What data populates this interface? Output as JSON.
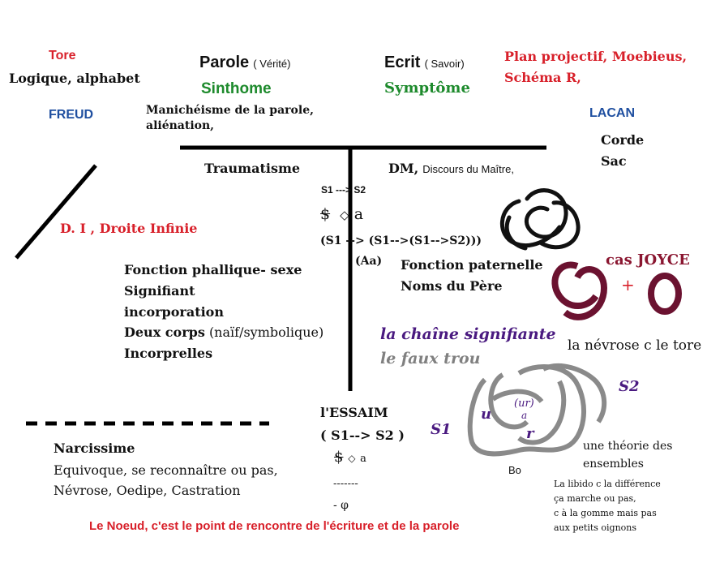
{
  "colors": {
    "red": "#d8202a",
    "green": "#1d8a2c",
    "blue": "#1f4fa0",
    "purple": "#4a1a80",
    "gray": "#808080",
    "maroon": "#6b1230"
  },
  "top_left": {
    "tore": "Tore",
    "logique": "Logique, alphabet",
    "freud": "FREUD"
  },
  "parole": {
    "title": "Parole",
    "sub": "( Vérité)",
    "sinthome": "Sinthome",
    "desc1": "Manichéisme de la parole,",
    "desc2": "aliénation,"
  },
  "ecrit": {
    "title": "Ecrit",
    "sub": "( Savoir)",
    "symptome": "Symptôme"
  },
  "top_right": {
    "plan": "Plan projectif, Moebieus,",
    "schema": "Schéma R,",
    "lacan": "LACAN",
    "corde": "Corde",
    "sac": "Sac"
  },
  "di": "D. I , Droite Infinie",
  "traumatisme": "Traumatisme",
  "dm": {
    "bold": "DM,",
    "rest": "Discours du Maître,"
  },
  "formulas": {
    "s1s2": "S1 ---> S2",
    "barred_s": "$",
    "losange": "◇",
    "a": "a",
    "chain": "(S1 --> (S1-->(S1-->S2)))",
    "aa": "(Aa)"
  },
  "paternelle": {
    "line1": "Fonction paternelle",
    "line2": "Noms du Père"
  },
  "joyce": {
    "label": "cas JOYCE",
    "plus": "+"
  },
  "phallique": {
    "l1": "Fonction phallique- sexe",
    "l2": "Signifiant",
    "l3": "incorporation",
    "l4_bold": "Deux corps",
    "l4_rest": "(naïf/symbolique)",
    "l5": "Incorprelles"
  },
  "chaine": "la chaîne signifiante",
  "faux_trou": "le faux trou",
  "nevrose": "la névrose c le tore",
  "knot_labels": {
    "s2": "S2",
    "s1": "S1",
    "u": "u",
    "ur": "(ur)",
    "a": "a",
    "r": "r",
    "bo": "Bo"
  },
  "ensembles": {
    "l1": "une théorie des",
    "l2": "ensembles"
  },
  "libido": {
    "l1": "La libido c la différence",
    "l2": "ça marche ou pas,",
    "l3": "c à la gomme mais pas",
    "l4": "aux petits oignons"
  },
  "essaim": {
    "title": "l'ESSAIM",
    "formula": "( S1--> S2 )",
    "barred_s": "$",
    "losange": "◇",
    "a": "a",
    "dashes": "-------",
    "phi": "- φ"
  },
  "narcissisme": {
    "title": "Narcissime",
    "l1": "Equivoque, se reconnaître ou pas,",
    "l2": "Névrose, Oedipe, Castration"
  },
  "footer": "Le Noeud, c'est le point de rencontre de l'écriture et de la parole"
}
